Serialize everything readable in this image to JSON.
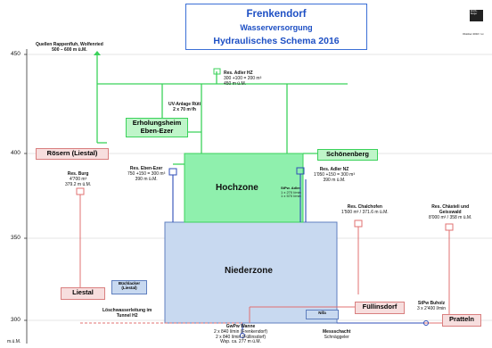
{
  "title": {
    "line1": "Frenkendorf",
    "line2": "Wasserversorgung",
    "line3": "Hydraulisches Schema 2016"
  },
  "corner": {
    "logo_text": "Emch+ Berger",
    "date": "Oktober 2016 / xx"
  },
  "axis": {
    "ticks": [
      "450",
      "400",
      "350",
      "300"
    ],
    "unit": "m.ü.M."
  },
  "zones": {
    "hochzone": "Hochzone",
    "niederzone": "Niederzone"
  },
  "networks": {
    "roesern": "Rösern (Liestal)",
    "erholungsheim_line1": "Erholungsheim",
    "erholungsheim_line2": "Eben-Ezer",
    "schoenenberg": "Schönenberg",
    "liestal": "Liestal",
    "fuellinsdorf": "Füllinsdorf",
    "pratteln": "Pratteln"
  },
  "annotations": {
    "quellen": [
      "Quellen Rappenfluh, Wolfenried",
      "500 – 600 m ü.M."
    ],
    "res_adler_hz": [
      "Res. Adler HZ",
      "300 +100 = 200 m³",
      "450 m ü.M."
    ],
    "uv_anlage": [
      "UV-Anlage Rüti",
      "2 x 70 m³/h"
    ],
    "res_eben_ezer": [
      "Res. Eben-Ezer",
      "750 +150 = 300 m³",
      "390 m ü.M."
    ],
    "res_burg": [
      "Res. Burg",
      "4'700 m³",
      "379.2 m ü.M."
    ],
    "stpw_adler": [
      "StPw. Adler",
      "1 x 270 l/min",
      "1 x 570 l/min"
    ],
    "res_adler_nz": [
      "Res. Adler NZ",
      "1'050 +150 = 300 m³",
      "390 m ü.M."
    ],
    "res_chalchofen": [
      "Res. Chalchofen",
      "1'500 m³ / 371.6 m ü.M."
    ],
    "res_chaestel": [
      "Res. Chästeli und",
      "Geisswald",
      "8'000 m³ / 358 m ü.M."
    ],
    "buechlacker": [
      "Büchlacker",
      "(Liestal)"
    ],
    "loeschwasser": [
      "Löschwasserleitung im",
      "Tunnel H2"
    ],
    "gwpw_wanne": [
      "GwPw Wanne",
      "2 x 840 l/min (Frenkendorf)",
      "2 x 840 l/min (Füllinsdorf)",
      "Wsp. ca. 277 m ü.M."
    ],
    "messschacht": [
      "Messschacht",
      "Schnäggeler"
    ],
    "stpw_buholz": [
      "StPw Buholz",
      "3 x 2'400 l/min"
    ],
    "nifa": "Nifa"
  },
  "colors": {
    "green_line": "#3bd25b",
    "pink_line": "#e07070",
    "blue_line": "#2f4db8",
    "hochzone_fill": "#8ff0ad",
    "niederzone_fill": "#c8d9f0"
  }
}
